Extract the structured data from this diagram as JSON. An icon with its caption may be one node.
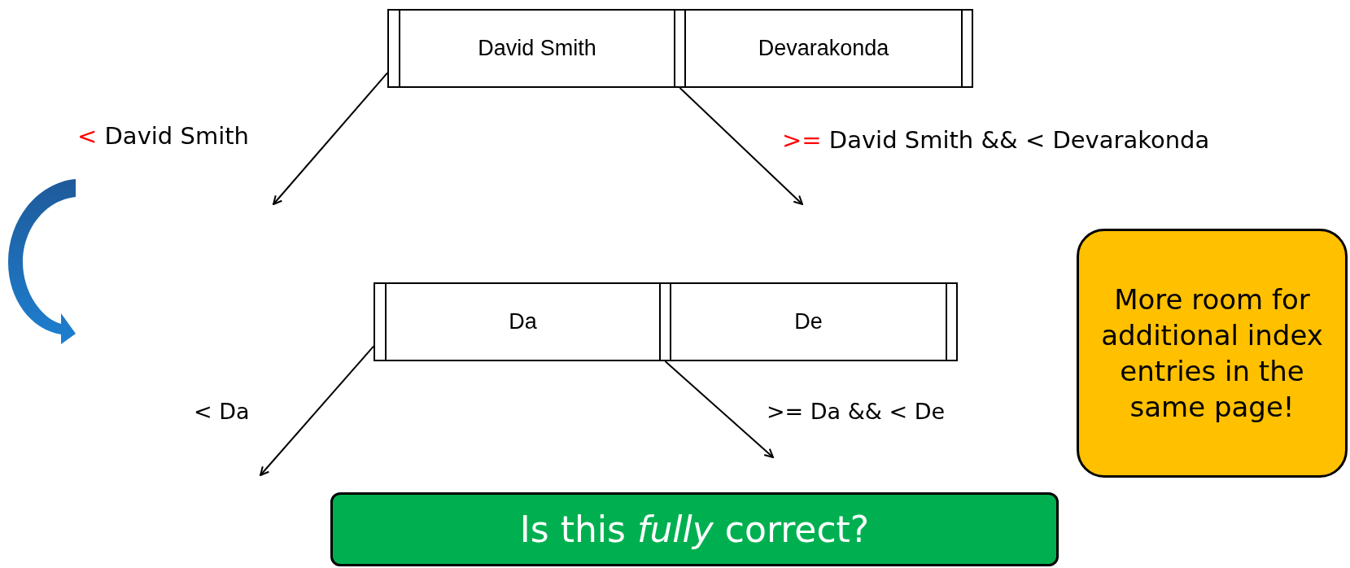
{
  "diagram": {
    "nodes": [
      {
        "text": [],
        "shape": "box"
      },
      {
        "text": [],
        "shape": "bar",
        "in": 0
      },
      {
        "text": [
          "David Smith"
        ],
        "in": 0
      },
      {
        "text": [],
        "shape": "bar",
        "in": 0
      },
      {
        "text": [
          "Devarakonda"
        ],
        "in": 0
      },
      {
        "text": [],
        "shape": "bar",
        "in": 0
      },
      {
        "text": [],
        "shape": "box"
      },
      {
        "text": [],
        "shape": "bar",
        "in": 6
      },
      {
        "text": [
          "Da"
        ],
        "in": 6
      },
      {
        "text": [],
        "shape": "bar",
        "in": 6
      },
      {
        "text": [
          "De"
        ],
        "in": 6
      },
      {
        "text": [],
        "shape": "bar",
        "in": 6
      },
      {
        "text": [
          "More room for additional index entries in the same page!"
        ]
      },
      {
        "text": [
          "Is this *fully* correct?"
        ]
      }
    ],
    "edges": [
      {
        "from": 1,
        "to": null,
        "arrow": "to",
        "label": "< David Smith"
      },
      {
        "from": 3,
        "to": null,
        "arrow": "to",
        "label": ">= David Smith && < Devarakonda"
      },
      {
        "from": 7,
        "to": null,
        "arrow": "to",
        "label": "< Da"
      },
      {
        "from": 9,
        "to": null,
        "arrow": "to",
        "label": ">= Da && < De"
      }
    ]
  }
}
